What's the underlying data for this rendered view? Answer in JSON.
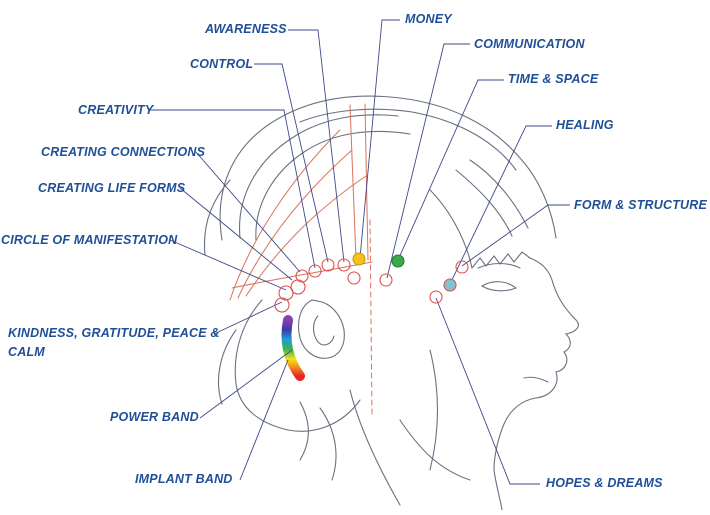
{
  "labels": {
    "awareness": "AWARENESS",
    "money": "MONEY",
    "communication": "COMMUNICATION",
    "control": "CONTROL",
    "time_space": "TIME & SPACE",
    "creativity": "CREATIVITY",
    "healing": "HEALING",
    "creating_connections": "CREATING CONNECTIONS",
    "creating_life_forms": "CREATING LIFE FORMS",
    "form_structure": "FORM & STRUCTURE",
    "circle_of_manifestation": "CIRCLE OF MANIFESTATION",
    "kindness": "KINDNESS, GRATITUDE, PEACE & CALM",
    "power_band": "POWER BAND",
    "implant_band": "IMPLANT BAND",
    "hopes_dreams": "HOPES & DREAMS"
  },
  "colors": {
    "label_text": "#1f4f97",
    "leader_line": "#3d4a8a",
    "sketch_line": "#6b7080",
    "marker_ring": "#d9534f",
    "money_point": "#f2c41a",
    "time_space_point": "#3aa84a",
    "healing_point": "#7fc3d6",
    "band_gradient": [
      "#e8232a",
      "#f08a1c",
      "#f5e21a",
      "#3bb34a",
      "#1d9fd8",
      "#3a3da6",
      "#8a3db0"
    ]
  }
}
